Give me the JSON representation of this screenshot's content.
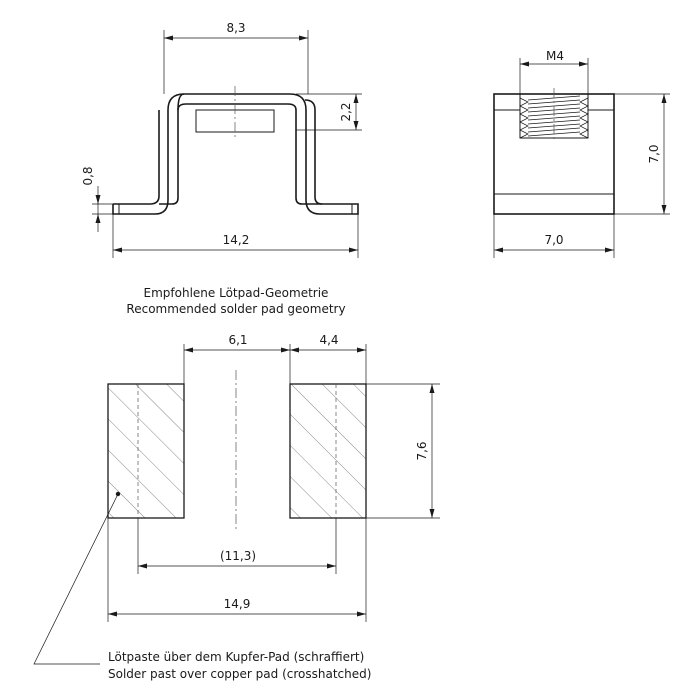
{
  "top_left_view": {
    "dim_width_top": "8,3",
    "dim_height_right": "2,2",
    "dim_foot": "0,8",
    "dim_total_width": "14,2"
  },
  "top_right_view": {
    "dim_thread": "M4",
    "dim_height": "7,0",
    "dim_width": "7,0"
  },
  "pad_section": {
    "title_de": "Empfohlene Lötpad-Geometrie",
    "title_en": "Recommended solder pad geometry",
    "dim_gap": "6,1",
    "dim_pad_width": "4,4",
    "dim_pad_height": "7,6",
    "dim_center": "(11,3)",
    "dim_total": "14,9"
  },
  "note": {
    "line_de": "Lötpaste über dem Kupfer-Pad (schraffiert)",
    "line_en": "Solder past over copper pad (crosshatched)"
  }
}
